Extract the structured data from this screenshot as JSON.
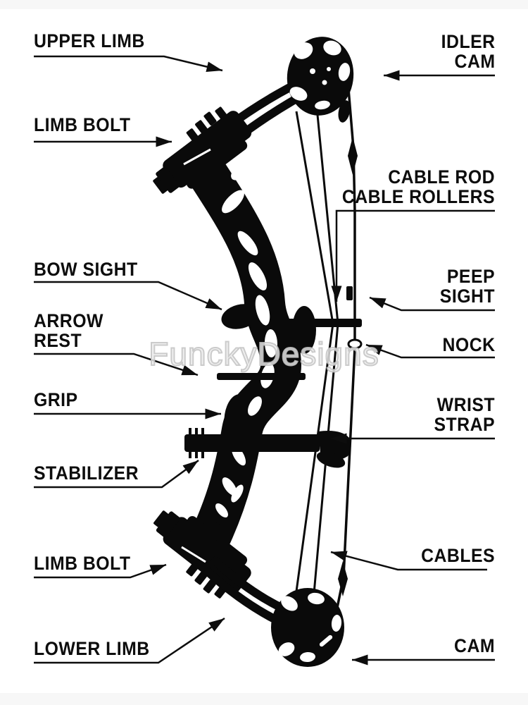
{
  "watermark": "FunckyDesigns",
  "labels": {
    "left": [
      {
        "id": "upper-limb",
        "text": "UPPER LIMB"
      },
      {
        "id": "limb-bolt-upper",
        "text": "LIMB BOLT"
      },
      {
        "id": "bow-sight",
        "text": "BOW SIGHT"
      },
      {
        "id": "arrow-rest",
        "text": "ARROW\nREST"
      },
      {
        "id": "grip",
        "text": "GRIP"
      },
      {
        "id": "stabilizer",
        "text": "STABILIZER"
      },
      {
        "id": "limb-bolt-lower",
        "text": "LIMB BOLT"
      },
      {
        "id": "lower-limb",
        "text": "LOWER LIMB"
      }
    ],
    "right": [
      {
        "id": "idler-cam",
        "text": "IDLER\nCAM"
      },
      {
        "id": "cable-rod-rollers",
        "text": "CABLE ROD\nCABLE ROLLERS"
      },
      {
        "id": "peep-sight",
        "text": "PEEP\nSIGHT"
      },
      {
        "id": "nock",
        "text": "NOCK"
      },
      {
        "id": "wrist-strap",
        "text": "WRIST\nSTRAP"
      },
      {
        "id": "cables",
        "text": "CABLES"
      },
      {
        "id": "cam",
        "text": "CAM"
      }
    ]
  },
  "colors": {
    "ink": "#0d0d0d",
    "background": "#ffffff",
    "edge_strip": "#f7f7f7",
    "watermark_gray": "#c3c3c3"
  }
}
